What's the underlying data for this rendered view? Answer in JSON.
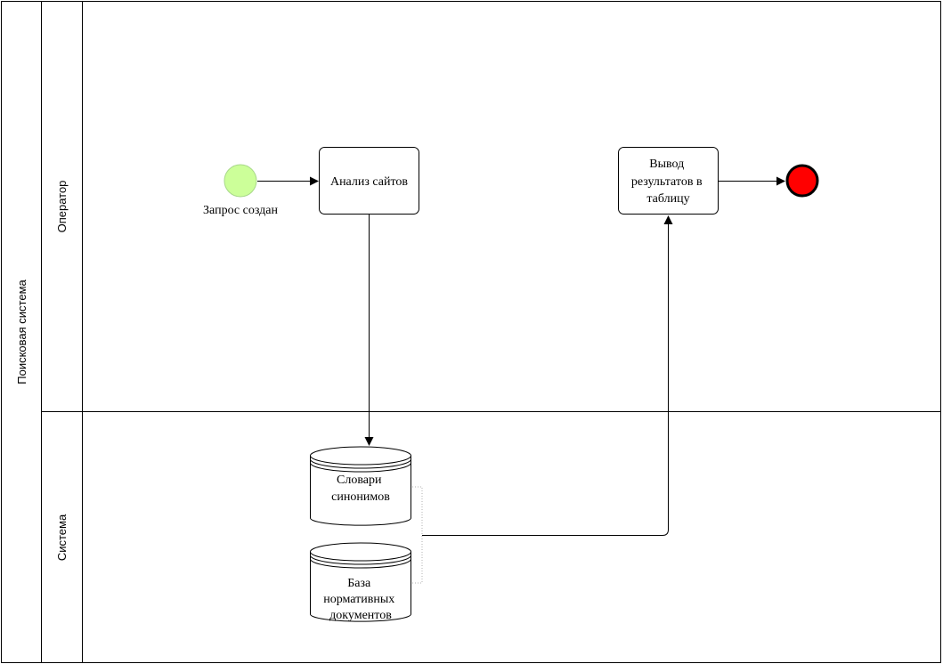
{
  "pool": {
    "label": "Поисковая система"
  },
  "lanes": [
    {
      "label": "Оператор"
    },
    {
      "label": "Система"
    }
  ],
  "events": {
    "start": {
      "label": "Запрос создан",
      "color": "#ccff99"
    },
    "end": {
      "color": "#ff0000"
    }
  },
  "tasks": {
    "analyze": {
      "label": "Анализ сайтов"
    },
    "output": {
      "lines": [
        "Вывод",
        "результатов в",
        "таблицу"
      ]
    }
  },
  "datastores": {
    "synonyms": {
      "lines": [
        "Словари",
        "синонимов"
      ]
    },
    "normative": {
      "lines": [
        "База",
        "нормативных",
        "документов"
      ]
    }
  },
  "colors": {
    "stroke": "#000000",
    "group_dotted": "#b0b0b0"
  }
}
